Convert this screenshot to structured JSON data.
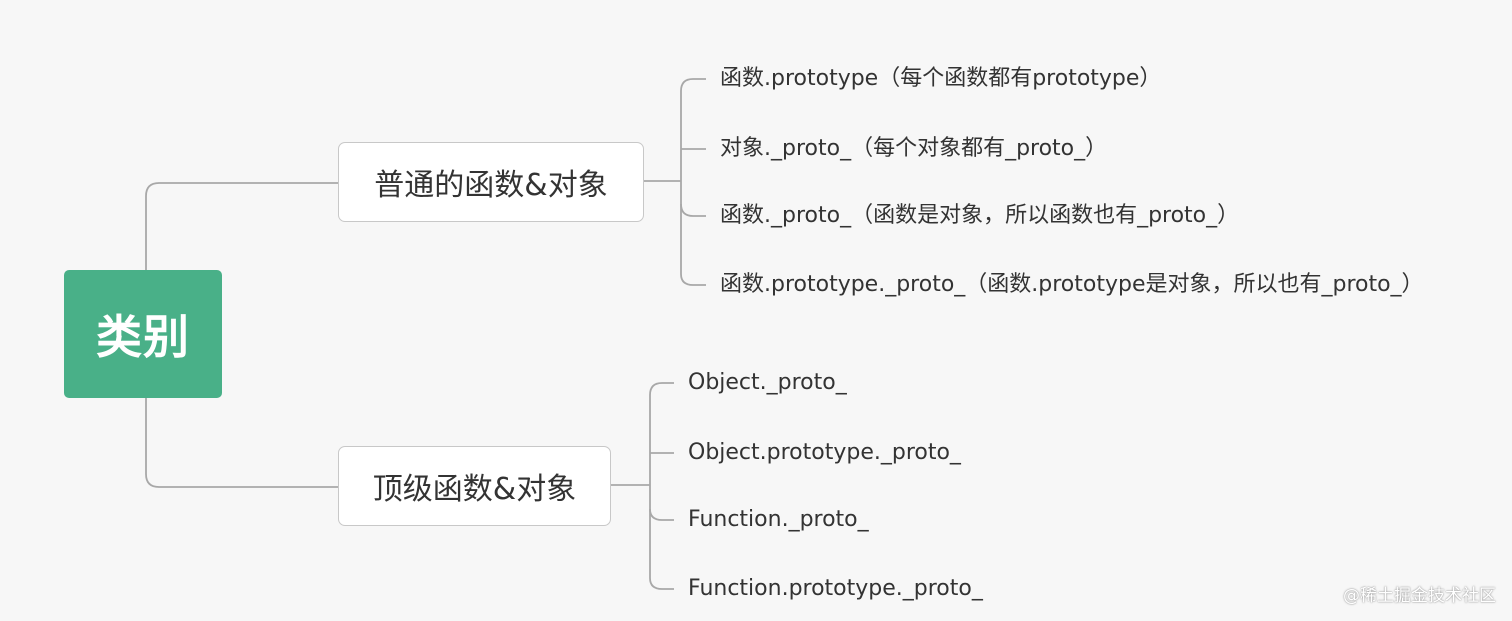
{
  "root": {
    "label": "类别"
  },
  "branches": [
    {
      "label": "普通的函数&对象",
      "children": [
        "函数.prototype（每个函数都有prototype）",
        "对象._proto_（每个对象都有_proto_）",
        "函数._proto_（函数是对象，所以函数也有_proto_）",
        "函数.prototype._proto_（函数.prototype是对象，所以也有_proto_）"
      ]
    },
    {
      "label": "顶级函数&对象",
      "children": [
        "Object._proto_",
        "Object.prototype._proto_",
        "Function._proto_",
        "Function.prototype._proto_"
      ]
    }
  ],
  "watermark": "@稀土掘金技术社区",
  "colors": {
    "root_fill": "#49b088",
    "line": "#a8a8a8",
    "text": "#333333"
  }
}
